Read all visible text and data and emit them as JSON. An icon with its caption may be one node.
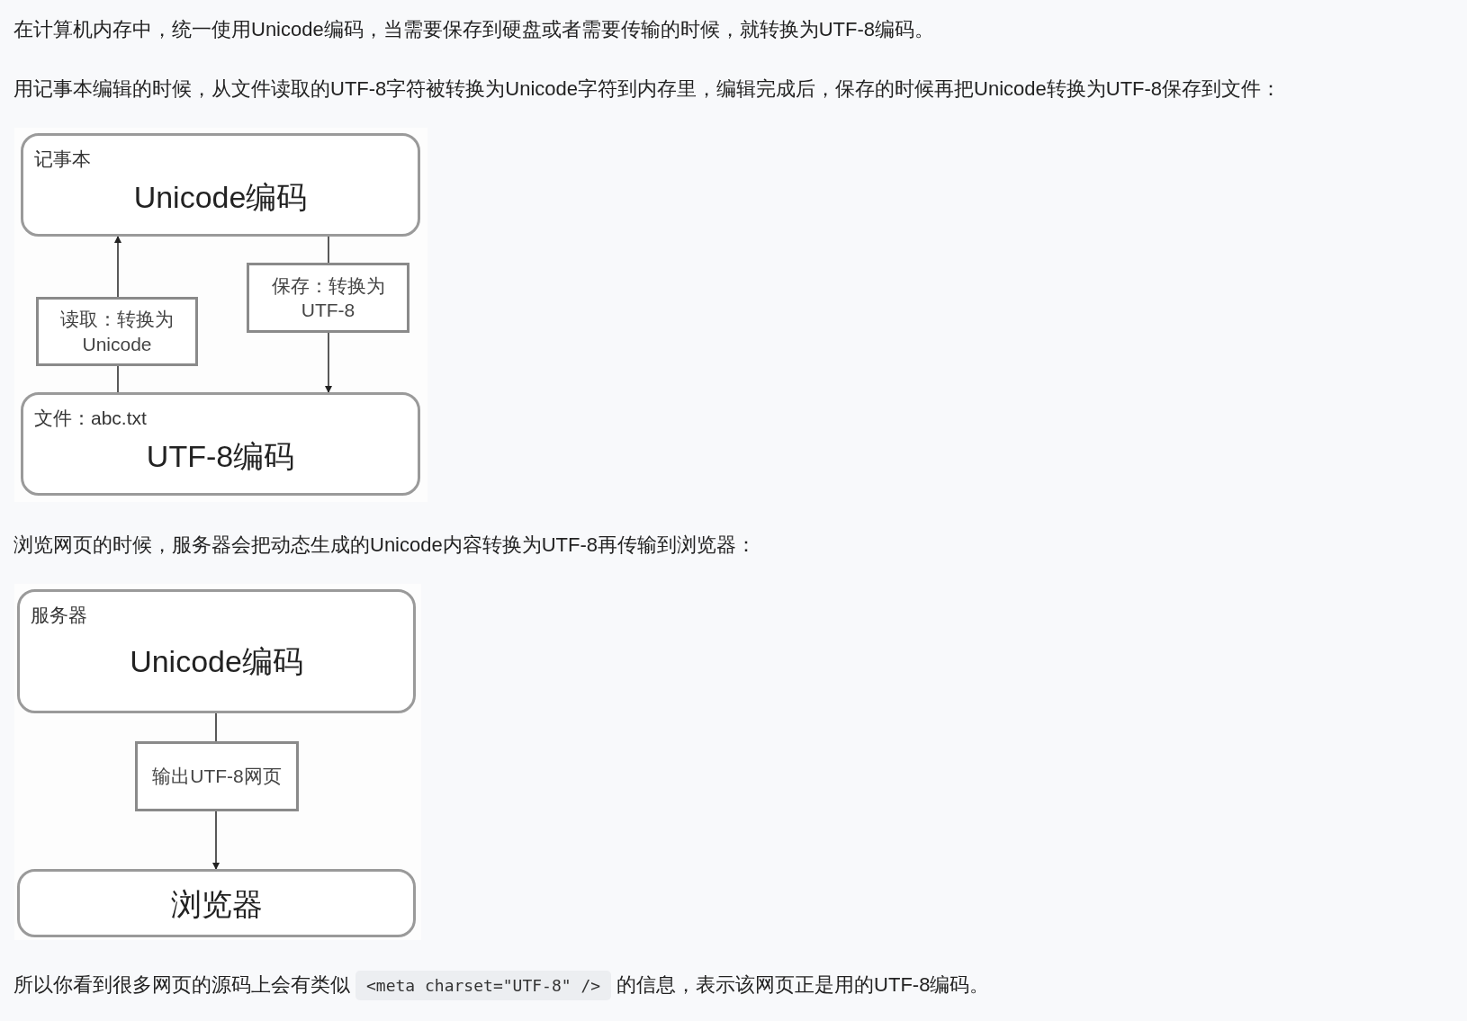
{
  "diagram": {
    "nodes": [
      {
        "text": [
          "记事本",
          "Unicode编码"
        ]
      },
      {
        "text": [
          "读取：转换为 Unicode"
        ]
      },
      {
        "text": [
          "保存：转换为 UTF-8"
        ]
      },
      {
        "text": [
          "文件：abc.txt",
          "UTF-8编码"
        ]
      },
      {
        "text": [
          "服务器",
          "Unicode编码"
        ]
      },
      {
        "text": [
          "输出UTF-8网页"
        ]
      },
      {
        "text": [
          "浏览器"
        ]
      }
    ],
    "edges": [
      {
        "from": 3,
        "to": 1,
        "arrow": "none"
      },
      {
        "from": 1,
        "to": 0,
        "arrow": "to"
      },
      {
        "from": 0,
        "to": 2,
        "arrow": "none"
      },
      {
        "from": 2,
        "to": 3,
        "arrow": "to"
      },
      {
        "from": 4,
        "to": 5,
        "arrow": "none"
      },
      {
        "from": 5,
        "to": 6,
        "arrow": "to"
      }
    ],
    "labels": [
      "在计算机内存中，统一使用Unicode编码，当需要保存到硬盘或者需要传输的时候，就转换为UTF-8编码。",
      "用记事本编辑的时候，从文件读取的UTF-8字符被转换为Unicode字符到内存里，编辑完成后，保存的时候再把Unicode转换为UTF-8保存到文件：",
      "浏览网页的时候，服务器会把动态生成的Unicode内容转换为UTF-8再传输到浏览器：",
      "所以你看到很多网页的源码上会有类似",
      "<meta charset=\"UTF-8\" />",
      "的信息，表示该网页正是用的UTF-8编码。"
    ]
  }
}
